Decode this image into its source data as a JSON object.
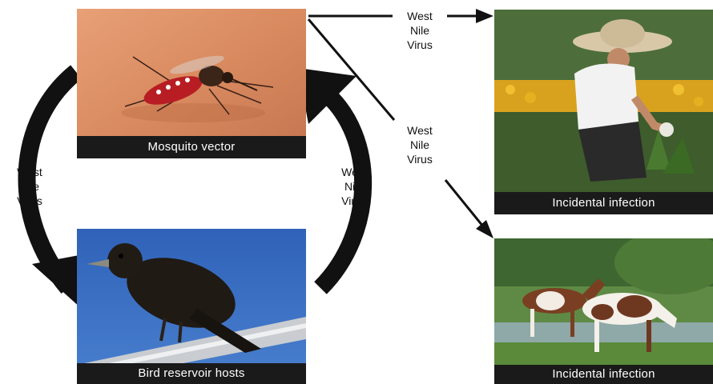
{
  "captions": {
    "mosquito": "Mosquito vector",
    "bird": "Bird reservoir hosts",
    "human": "Incidental infection",
    "horse": "Incidental infection"
  },
  "virus_label": {
    "line1": "West",
    "line2": "Nile",
    "line3": "Virus"
  },
  "colors": {
    "arrow": "#111111",
    "caption_bg": "#1a1a1a",
    "caption_text": "#ffffff"
  }
}
